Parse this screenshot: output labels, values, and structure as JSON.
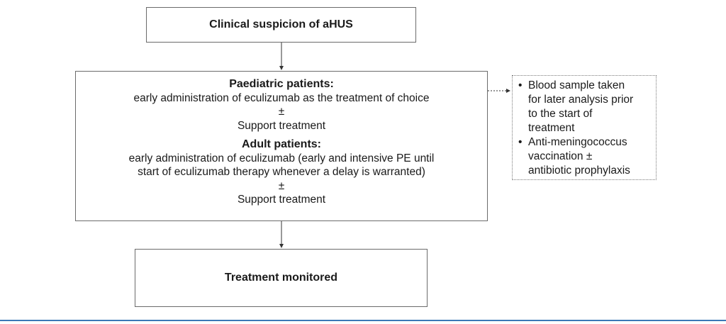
{
  "top_box": {
    "text": "Clinical suspicion of aHUS"
  },
  "middle_box": {
    "paediatric": {
      "heading": "Paediatric patients:",
      "line1": "early administration of eculizumab as the treatment of choice",
      "plus_minus": "±",
      "support": "Support treatment"
    },
    "adult": {
      "heading": "Adult patients:",
      "line1": "early administration of eculizumab (early and intensive PE until",
      "line2": "start of eculizumab therapy whenever a delay is warranted)",
      "plus_minus": "±",
      "support": "Support treatment"
    }
  },
  "side_box": {
    "bullet_symbol": "•",
    "items": [
      {
        "lines": [
          "Blood sample taken",
          "for later analysis prior",
          "to the start of",
          "treatment"
        ]
      },
      {
        "lines": [
          "Anti-meningococcus",
          "vaccination ±",
          "antibiotic prophylaxis"
        ]
      }
    ]
  },
  "bottom_box": {
    "text": "Treatment monitored"
  },
  "colors": {
    "border": "#6b6b6b",
    "footer_line": "#3b79b7",
    "text": "#1a1a1a"
  }
}
